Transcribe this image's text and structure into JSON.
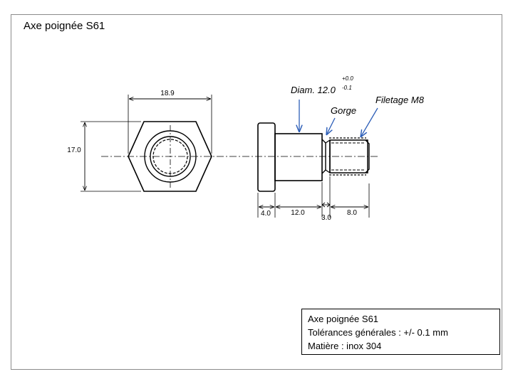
{
  "sheet": {
    "title": "Axe poignée S61"
  },
  "dimensions": {
    "hex_across_corners": "18.9",
    "hex_across_flats": "17.0",
    "head_length": "4.0",
    "shaft_length": "12.0",
    "groove_length": "3.0",
    "thread_length": "8.0"
  },
  "annotations": {
    "diameter_label": "Diam. 12.0",
    "diameter_tol_upper": "+0.0",
    "diameter_tol_lower": "-0.1",
    "groove_label": "Gorge",
    "thread_label": "Filetage M8"
  },
  "title_block": {
    "line1": "Axe poignée S61",
    "line2": "Tolérances générales : +/- 0.1 mm",
    "line3": "Matière : inox 304"
  },
  "colors": {
    "annotation_arrow": "#2e5fb8",
    "outline": "#000000",
    "frame": "#8c8c8c"
  }
}
